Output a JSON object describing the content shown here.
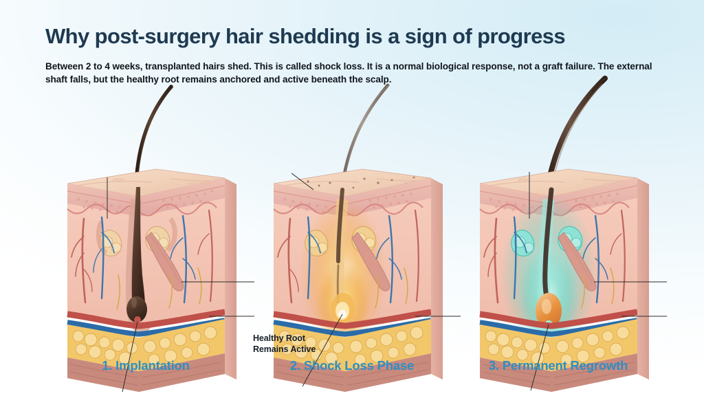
{
  "header": {
    "title": "Why post-surgery hair shedding is a sign of progress",
    "subtitle": "Between 2 to 4 weeks, transplanted hairs shed. This is called shock loss. It is a normal biological response, not a graft failure. The external shaft falls, but the healthy root remains anchored and active beneath the scalp."
  },
  "annotation": {
    "text": "Healthy Root\nRemains Active"
  },
  "panels": [
    {
      "caption": "1. Implantation",
      "stage_key": "implantation",
      "hair_shaft": "intact-dark-shaft",
      "follicle_state": "dark-pigmented-bulb",
      "glow": "none"
    },
    {
      "caption": "2. Shock Loss Phase",
      "stage_key": "shock-loss",
      "hair_shaft": "detaching-pale-shaft",
      "follicle_state": "active-root-glowing",
      "glow": "#f6b23a"
    },
    {
      "caption": "3. Permanent Regrowth",
      "stage_key": "permanent-regrowth",
      "hair_shaft": "thick-regrown-shaft",
      "follicle_state": "regenerating-bulb",
      "glow": "#57d6c8"
    }
  ],
  "colors": {
    "title": "#1e3a51",
    "caption": "#2d8fc4",
    "body_text": "#10151c",
    "background_top": "#d3ecf6",
    "background_bottom": "#ffffff",
    "epidermis_surface": "#f2d3bd",
    "epidermis_band": "#e8b3ae",
    "dermis": "#f3c3b4",
    "fat_layer": "#f2c76a",
    "muscle_layer": "#c98a7e",
    "artery": "#c0504a",
    "vein": "#2b6ca8",
    "hair_dark": "#3a2a22",
    "hair_shed": "#8d8279"
  }
}
